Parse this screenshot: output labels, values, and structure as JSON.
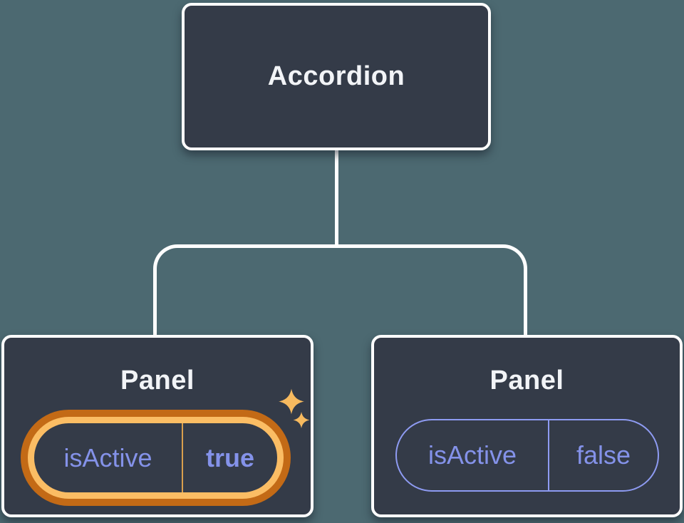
{
  "canvas": {
    "background_color": "#4C6971"
  },
  "colors": {
    "node_fill": "#343B48",
    "node_border": "#FFFFFF",
    "connector": "#FFFFFF",
    "title_text": "#F2F4F7",
    "state_text": "#8492E9",
    "inactive_pill_outline": "#8E9BF2",
    "active_ring_outer": "#C36A16",
    "active_ring_inner": "#FBBD64",
    "active_divider": "#D99F4D",
    "sparkle": "#F7BA5F"
  },
  "tree": {
    "root": {
      "label": "Accordion"
    },
    "children": [
      {
        "label": "Panel",
        "active": true,
        "state": {
          "key": "isActive",
          "value": "true"
        }
      },
      {
        "label": "Panel",
        "active": false,
        "state": {
          "key": "isActive",
          "value": "false"
        }
      }
    ]
  }
}
